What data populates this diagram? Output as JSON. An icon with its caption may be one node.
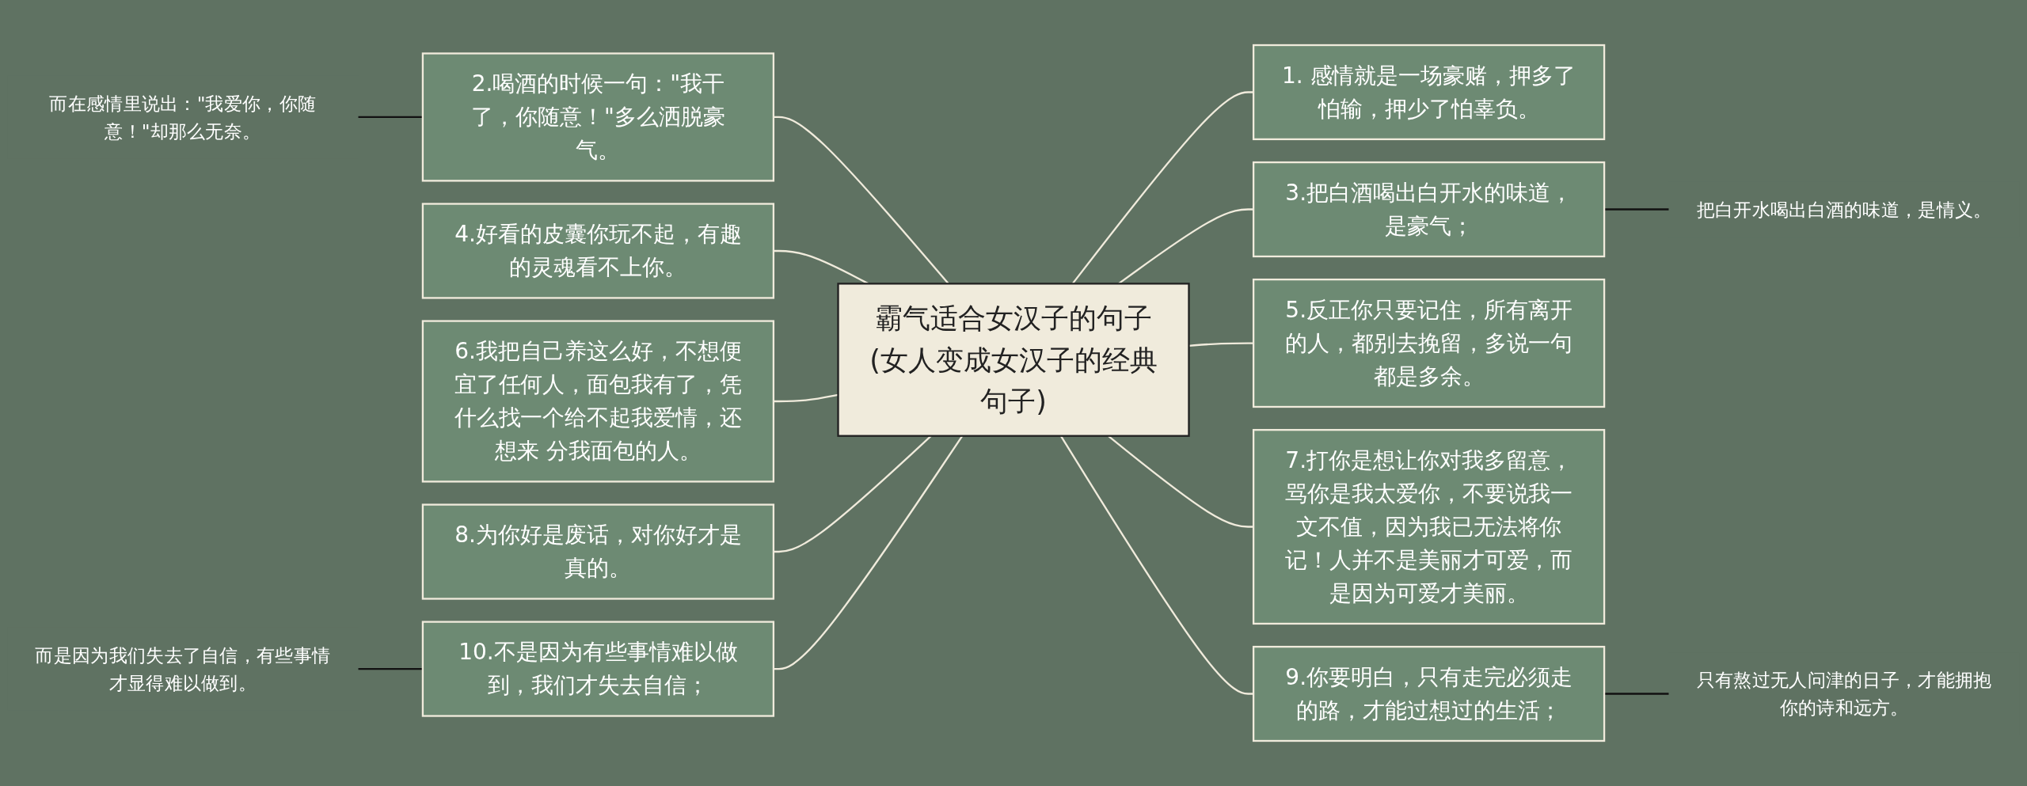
{
  "diagram": {
    "nodes": [
      {
        "text": [
          "霸气适合女汉子的句子(女人变成女汉子的经典句子)"
        ]
      },
      {
        "text": [
          "2.喝酒的时候一句：\"我干了，你随意！\"多么洒脱豪气。"
        ]
      },
      {
        "text": [
          "而在感情里说出：\"我爱你，你随意！\"却那么无奈。"
        ]
      },
      {
        "text": [
          "4.好看的皮囊你玩不起，有趣的灵魂看不上你。"
        ]
      },
      {
        "text": [
          "6.我把自己养这么好，不想便宜了任何人，面包我有了，凭什么找一个给不起我爱情，还想来 分我面包的人。"
        ]
      },
      {
        "text": [
          "8.为你好是废话，对你好才是真的。"
        ]
      },
      {
        "text": [
          "10.不是因为有些事情难以做到，我们才失去自信；"
        ]
      },
      {
        "text": [
          "而是因为我们失去了自信，有些事情才显得难以做到。"
        ]
      },
      {
        "text": [
          "1. 感情就是一场豪赌，押多了怕输，押少了怕辜负。"
        ]
      },
      {
        "text": [
          "3.把白酒喝出白开水的味道，是豪气；"
        ]
      },
      {
        "text": [
          "把白开水喝出白酒的味道，是情义。"
        ]
      },
      {
        "text": [
          "5.反正你只要记住，所有离开的人，都别去挽留，多说一句都是多余。"
        ]
      },
      {
        "text": [
          "7.打你是想让你对我多留意，骂你是我太爱你，不要说我一文不值，因为我已无法将你记！人并不是美丽才可爱，而是因为可爱才美丽。"
        ]
      },
      {
        "text": [
          "9.你要明白，只有走完必须走的路，才能过想过的生活；"
        ]
      },
      {
        "text": [
          "只有熬过无人问津的日子，才能拥抱你的诗和远方。"
        ]
      }
    ],
    "edges": [
      {
        "from": 2,
        "to": 1,
        "arrow": "none",
        "color": "#111111"
      },
      {
        "from": 1,
        "to": 0,
        "arrow": "none"
      },
      {
        "from": 3,
        "to": 0,
        "arrow": "none"
      },
      {
        "from": 4,
        "to": 0,
        "arrow": "none"
      },
      {
        "from": 5,
        "to": 0,
        "arrow": "none"
      },
      {
        "from": 7,
        "to": 6,
        "arrow": "none",
        "color": "#111111"
      },
      {
        "from": 6,
        "to": 0,
        "arrow": "none"
      },
      {
        "from": 0,
        "to": 8,
        "arrow": "none"
      },
      {
        "from": 0,
        "to": 9,
        "arrow": "none"
      },
      {
        "from": 9,
        "to": 10,
        "arrow": "none",
        "color": "#111111"
      },
      {
        "from": 0,
        "to": 11,
        "arrow": "none"
      },
      {
        "from": 0,
        "to": 12,
        "arrow": "none"
      },
      {
        "from": 0,
        "to": 13,
        "arrow": "none"
      },
      {
        "from": 13,
        "to": 14,
        "arrow": "none",
        "color": "#111111"
      }
    ]
  }
}
